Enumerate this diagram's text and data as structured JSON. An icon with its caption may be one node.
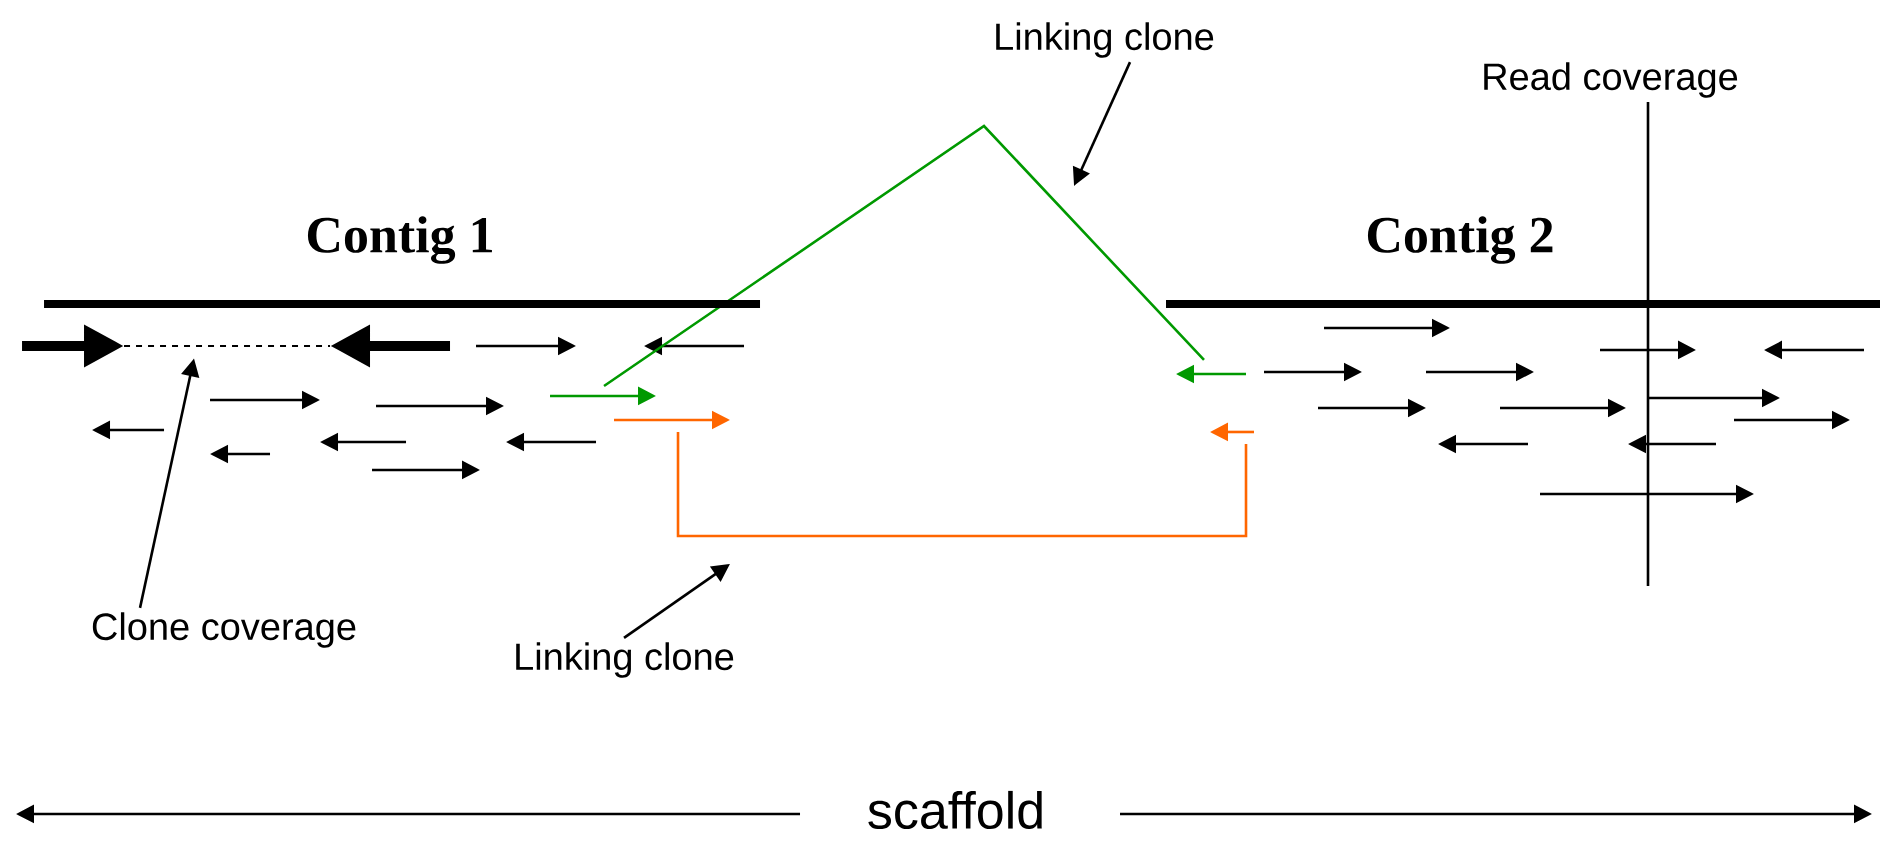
{
  "diagram": {
    "nodes": [
      {
        "text": [
          "Contig 1"
        ]
      },
      {
        "text": [
          "Contig 2"
        ]
      },
      {
        "text": [
          "Linking clone"
        ]
      },
      {
        "text": [
          "Read coverage"
        ]
      },
      {
        "text": [
          "Clone coverage"
        ]
      },
      {
        "text": [
          "Linking clone"
        ]
      },
      {
        "text": [],
        "shape": "line"
      }
    ],
    "edges": [
      {
        "from": 2,
        "to": null,
        "arrow": "to"
      },
      {
        "from": 3,
        "to": null,
        "arrow": "none"
      },
      {
        "from": 4,
        "to": 6,
        "arrow": "to"
      },
      {
        "from": 5,
        "to": null,
        "arrow": "to"
      }
    ],
    "labels": [
      "scaffold"
    ]
  }
}
